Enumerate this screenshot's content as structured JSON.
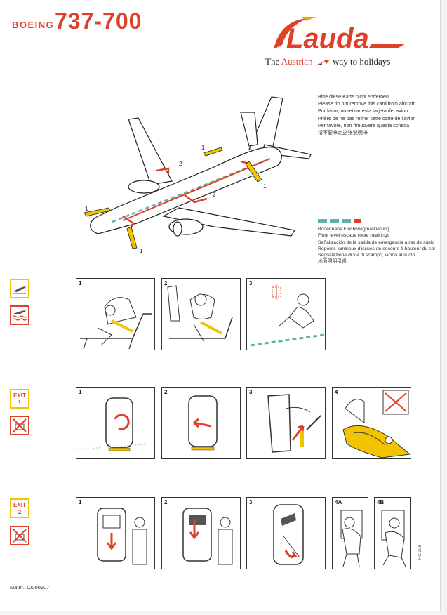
{
  "header": {
    "model_prefix": "BOEING",
    "model": "737-700",
    "brand": "Lauda",
    "tagline_start": "The",
    "tagline_red": "Austrian",
    "tagline_end": "way to holidays"
  },
  "notice": [
    "Bitte diese Karte nicht entfernen",
    "Please do not remove this card from aircraft",
    "Por favor, no retirar esta tarjeta del avion",
    "Prière de ne pas retirer cette carte de l'avion",
    "Per favore, non rimuovere questa scheda",
    "请不要拿走这张说明书"
  ],
  "floor_marking": [
    "Bodennahe Fluchtwegmarkierung",
    "Floor level escape route markings",
    "Señalización de la salida de emergencia a ras de suelo",
    "Repères lumineux d'issues de secours à hauteur du sol",
    "Segnalazione di via di scampo, vicino al suolo",
    "地面照明引道"
  ],
  "diagram_labels": {
    "exit1_a": "1",
    "exit1_b": "1",
    "exit1_c": "1",
    "exit2_a": "2",
    "exit2_b": "2",
    "exit1_d": "1"
  },
  "sections": {
    "brace": {
      "panels": [
        "1",
        "2",
        "3"
      ]
    },
    "exit1": {
      "label_word": "EXIT",
      "label_num": "1",
      "panels": [
        "1",
        "2",
        "3",
        "4"
      ]
    },
    "exit2": {
      "label_word": "EXIT",
      "label_num": "2",
      "panels": [
        "1",
        "2",
        "3"
      ],
      "sub_panels": [
        "4A",
        "4B"
      ]
    }
  },
  "footer": {
    "matnr": "Matnr. 10000907",
    "side_code": "RC-208"
  },
  "colors": {
    "brand_red": "#e0402a",
    "exit_yellow": "#f2c400",
    "route_teal": "#5fb3a3"
  }
}
